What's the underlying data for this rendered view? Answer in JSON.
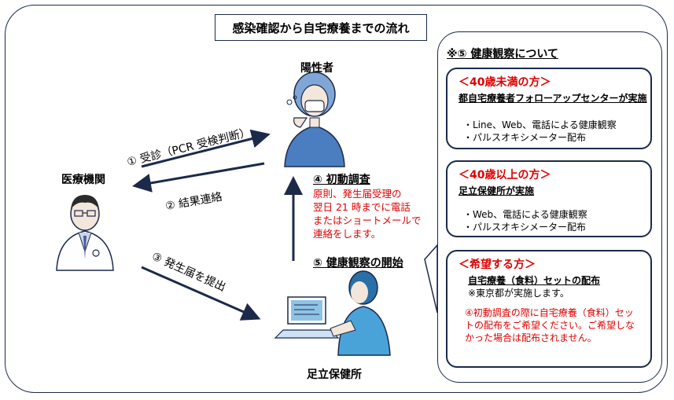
{
  "title": "感染確認から自宅療養までの流れ",
  "nodes": {
    "patient": "陽性者",
    "hospital": "医療機関",
    "health_center": "足立保健所"
  },
  "arrows": {
    "consult": "① 受診（PCR 受検判断）",
    "result": "② 結果連絡",
    "report": "③ 発生届を提出"
  },
  "steps": {
    "initial_title": "④ 初動調査",
    "initial_desc": [
      "原則、発生届受理の",
      "翌日 21 時までに電話",
      "またはショートメールで",
      "連絡をします。"
    ],
    "monitor_start": "⑤ 健康観察の開始"
  },
  "panel": {
    "title": "※⑤ 健康観察について",
    "under40": {
      "heading": "＜40歳未満の方＞",
      "sub": "都自宅療養者フォローアップセンターが実施",
      "bullets": [
        "・Line、Web、電話による健康観察",
        "・パルスオキシメーター配布"
      ]
    },
    "over40": {
      "heading": "＜40歳以上の方＞",
      "sub": "足立保健所が実施",
      "bullets": [
        "・Web、電話による健康観察",
        "・パルスオキシメーター配布"
      ]
    },
    "wish": {
      "heading": "＜希望する方＞",
      "sub": "自宅療養（食料）セットの配布",
      "note1": "※東京都が実施します。",
      "note2": "④初動調査の際に自宅療養（食料）セットの配布をご希望ください。ご希望しなかった場合は配布されません。"
    }
  },
  "colors": {
    "navy": "#1c2a4a",
    "red": "#e00000",
    "skin": "#f3e6db",
    "shirt": "#4a7ec1"
  }
}
